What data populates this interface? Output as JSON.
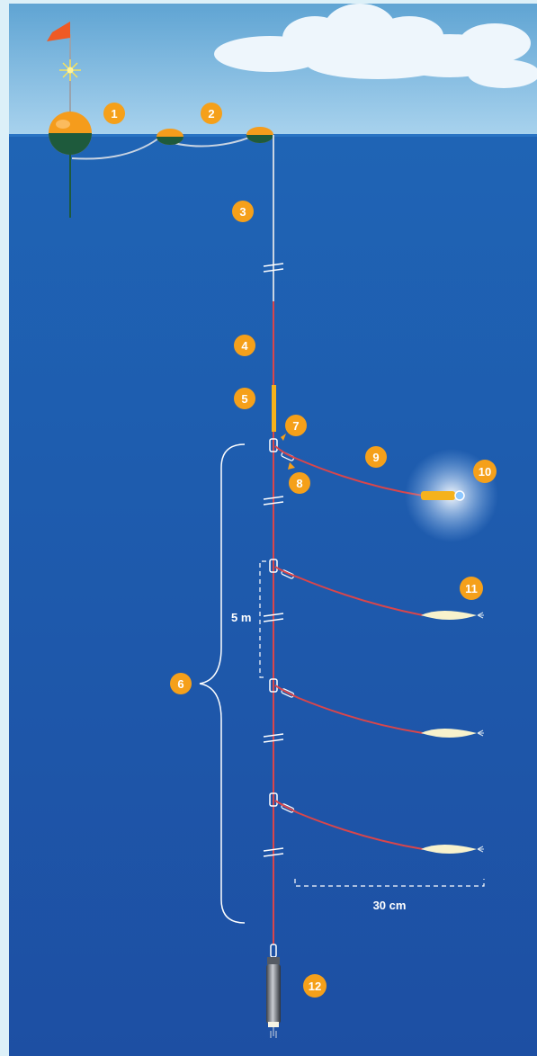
{
  "labels": [
    "1",
    "2",
    "3",
    "4",
    "5",
    "6",
    "7",
    "8",
    "9",
    "10",
    "11",
    "12"
  ],
  "dimensions": {
    "snood_spacing": "5 m",
    "snood_length": "30 cm"
  },
  "colors": {
    "frame": "#dcf0f8",
    "sky_top": "#5fa4d3",
    "sky_bottom": "#a9d3ee",
    "sea_top": "#1f64b5",
    "sea_bottom": "#1d4fa3",
    "mainline": "#d9464b",
    "downline": "#c9d4e2",
    "badge": "#f5a01a",
    "buoy_orange": "#f59c1c",
    "buoy_green": "#1e5a3c",
    "flag": "#ef5a24",
    "lightstick": "#f5b21c"
  },
  "icons": [
    "flag-icon",
    "strobe-light-icon",
    "buoy-icon",
    "float-icon",
    "swivel-icon",
    "clip-icon",
    "lightstick-icon",
    "squid-bait-icon",
    "weight-icon"
  ]
}
